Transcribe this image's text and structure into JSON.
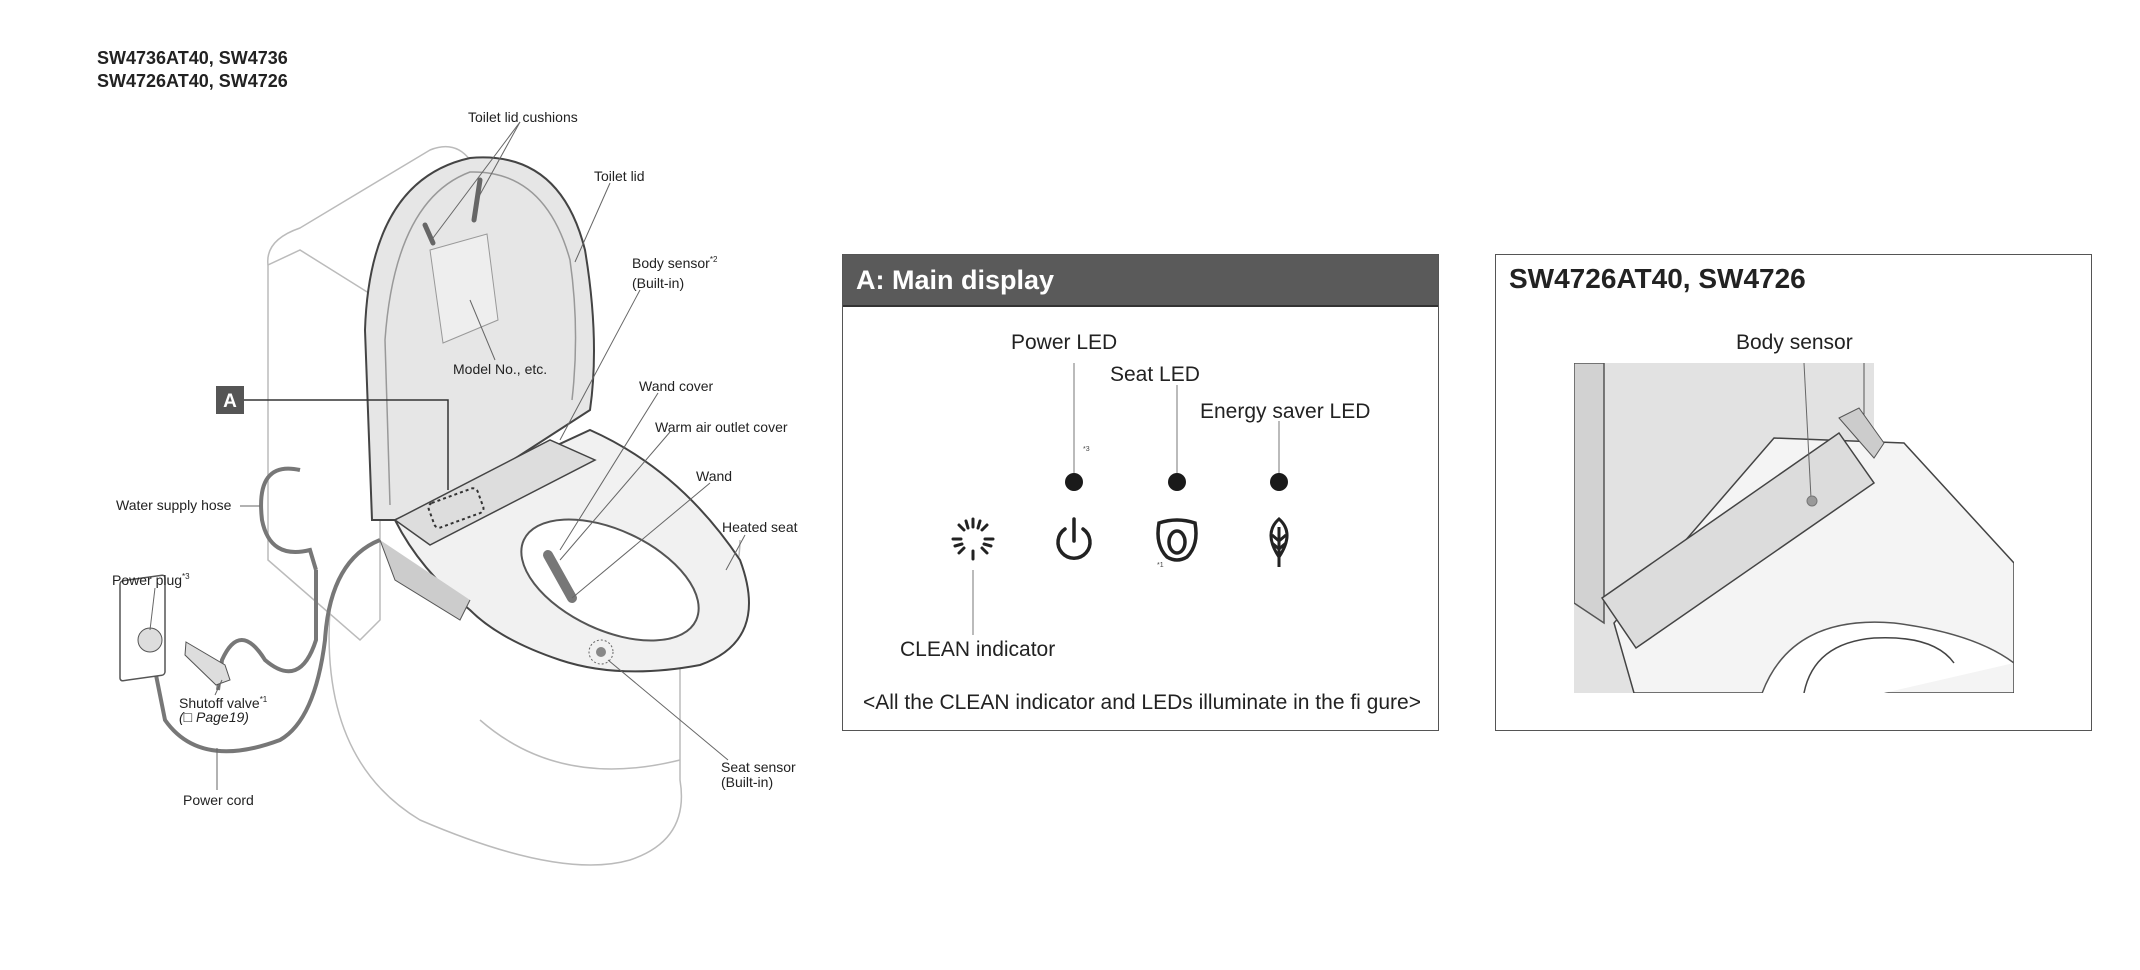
{
  "header": {
    "models_line1": "SW4736AT40,  SW4736",
    "models_line2": "SW4726AT40, SW4726"
  },
  "diagram": {
    "labels": {
      "lid_cushions": "Toilet lid cushions",
      "toilet_lid": "Toilet lid",
      "body_sensor": "Body sensor",
      "body_sensor_note": "*2",
      "body_sensor_builtin": "(Built-in)",
      "model_no": "Model No., etc.",
      "wand_cover": "Wand cover",
      "warm_air": "Warm air outlet cover",
      "wand": "Wand",
      "heated_seat": "Heated seat",
      "water_hose": "Water supply hose",
      "power_plug": "Power plug",
      "power_plug_note": "*3",
      "shutoff_valve": "Shutoff valve",
      "shutoff_note": "*1",
      "shutoff_ref": "(□ Page19)",
      "power_cord": "Power cord",
      "seat_sensor": "Seat sensor",
      "seat_sensor_builtin": "(Built-in)",
      "callout_a": "A"
    }
  },
  "main_display": {
    "title": "A: Main display",
    "power_led": "Power LED",
    "power_note": "*3",
    "seat_led": "Seat LED",
    "seat_note": "*1",
    "energy_led": "Energy saver LED",
    "clean_indicator": "CLEAN indicator",
    "footnote": "<All the CLEAN indicator and LEDs illuminate in the fi gure>",
    "icons": [
      "clean-icon",
      "power-icon",
      "seat-icon",
      "leaf-icon"
    ]
  },
  "detail_panel": {
    "title": "SW4726AT40, SW4726",
    "body_sensor": "Body sensor"
  },
  "colors": {
    "header_bar": "#5a5a5a",
    "led": "#1a1a1a"
  }
}
